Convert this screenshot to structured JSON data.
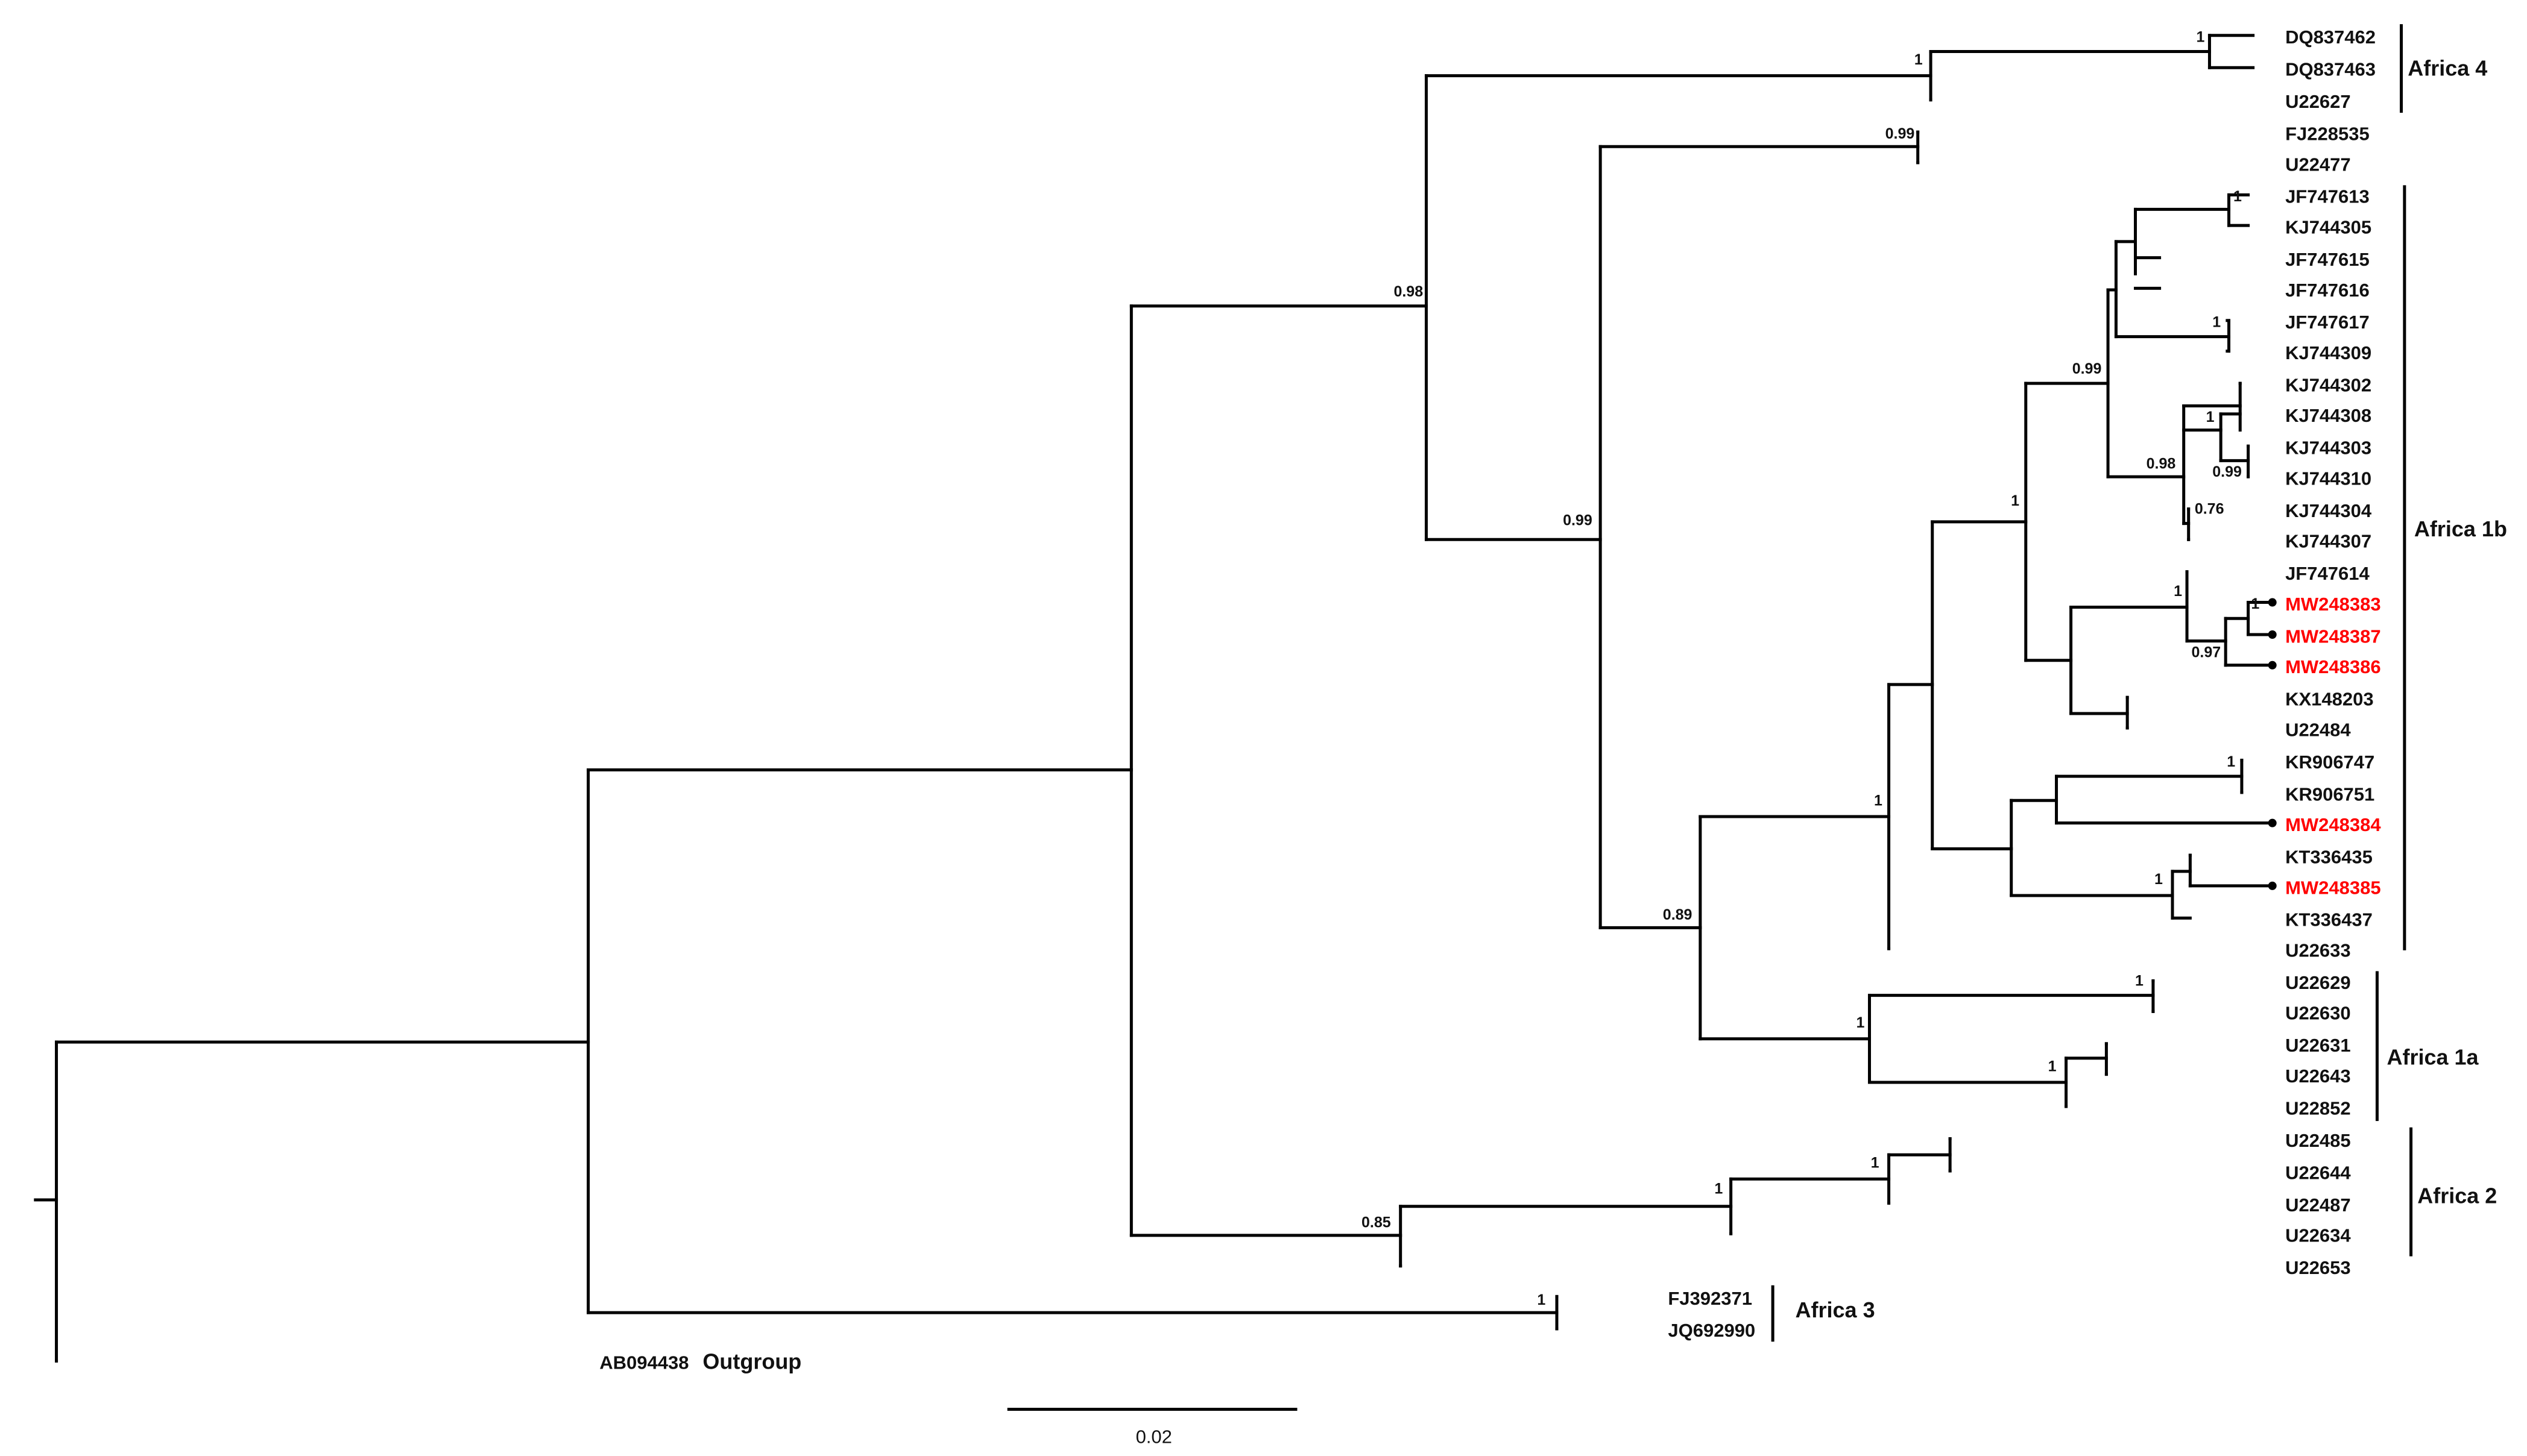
{
  "tree": {
    "leaves": [
      {
        "label": "DQ837462",
        "highlight": false
      },
      {
        "label": "DQ837463",
        "highlight": false
      },
      {
        "label": "U22627",
        "highlight": false
      },
      {
        "label": "FJ228535",
        "highlight": false
      },
      {
        "label": "U22477",
        "highlight": false
      },
      {
        "label": "JF747613",
        "highlight": false
      },
      {
        "label": "KJ744305",
        "highlight": false
      },
      {
        "label": "JF747615",
        "highlight": false
      },
      {
        "label": "JF747616",
        "highlight": false
      },
      {
        "label": "JF747617",
        "highlight": false
      },
      {
        "label": "KJ744309",
        "highlight": false
      },
      {
        "label": "KJ744302",
        "highlight": false
      },
      {
        "label": "KJ744308",
        "highlight": false
      },
      {
        "label": "KJ744303",
        "highlight": false
      },
      {
        "label": "KJ744310",
        "highlight": false
      },
      {
        "label": "KJ744304",
        "highlight": false
      },
      {
        "label": "KJ744307",
        "highlight": false
      },
      {
        "label": "JF747614",
        "highlight": false
      },
      {
        "label": "MW248383",
        "highlight": true
      },
      {
        "label": "MW248387",
        "highlight": true
      },
      {
        "label": "MW248386",
        "highlight": true
      },
      {
        "label": "KX148203",
        "highlight": false
      },
      {
        "label": "U22484",
        "highlight": false
      },
      {
        "label": "KR906747",
        "highlight": false
      },
      {
        "label": "KR906751",
        "highlight": false
      },
      {
        "label": "MW248384",
        "highlight": true
      },
      {
        "label": "KT336435",
        "highlight": false
      },
      {
        "label": "MW248385",
        "highlight": true
      },
      {
        "label": "KT336437",
        "highlight": false
      },
      {
        "label": "U22633",
        "highlight": false
      },
      {
        "label": "U22629",
        "highlight": false
      },
      {
        "label": "U22630",
        "highlight": false
      },
      {
        "label": "U22631",
        "highlight": false
      },
      {
        "label": "U22643",
        "highlight": false
      },
      {
        "label": "U22852",
        "highlight": false
      },
      {
        "label": "U22485",
        "highlight": false
      },
      {
        "label": "U22644",
        "highlight": false
      },
      {
        "label": "U22487",
        "highlight": false
      },
      {
        "label": "U22634",
        "highlight": false
      },
      {
        "label": "U22653",
        "highlight": false
      },
      {
        "label": "FJ392371",
        "highlight": false
      },
      {
        "label": "JQ692990",
        "highlight": false
      },
      {
        "label": "AB094438",
        "highlight": false
      }
    ],
    "supports": [
      {
        "node": "africa4-inner",
        "value": "1"
      },
      {
        "node": "africa4",
        "value": "1"
      },
      {
        "node": "fj-u22477",
        "value": "0.99"
      },
      {
        "node": "top-group",
        "value": "0.98"
      },
      {
        "node": "main-group",
        "value": "0.99"
      },
      {
        "node": "jf613-kj305",
        "value": "1"
      },
      {
        "node": "jf617-kj309",
        "value": "1"
      },
      {
        "node": "jf-kj-group",
        "value": "0.99"
      },
      {
        "node": "kj302-310",
        "value": "1"
      },
      {
        "node": "kj303-kj310",
        "value": "0.99"
      },
      {
        "node": "kj-group",
        "value": "0.98"
      },
      {
        "node": "kj304-kj307",
        "value": "0.76"
      },
      {
        "node": "africa1b-core",
        "value": "1"
      },
      {
        "node": "mw383-mw387",
        "value": "1"
      },
      {
        "node": "mw-trio",
        "value": "0.97"
      },
      {
        "node": "jf614-mw",
        "value": "1"
      },
      {
        "node": "kr747-kr751",
        "value": "1"
      },
      {
        "node": "kt-mw385",
        "value": "1"
      },
      {
        "node": "africa1b",
        "value": "1"
      },
      {
        "node": "africa1",
        "value": "0.89"
      },
      {
        "node": "u22629-u22630",
        "value": "1"
      },
      {
        "node": "u22631-u22852",
        "value": "1"
      },
      {
        "node": "africa1a",
        "value": "1"
      },
      {
        "node": "africa2-inner",
        "value": "1"
      },
      {
        "node": "africa2-mid",
        "value": "1"
      },
      {
        "node": "africa2",
        "value": "0.85"
      },
      {
        "node": "africa3",
        "value": "1"
      }
    ],
    "clades": [
      {
        "name": "Africa 4"
      },
      {
        "name": "Africa 1b"
      },
      {
        "name": "Africa 1a"
      },
      {
        "name": "Africa 2"
      },
      {
        "name": "Africa 3"
      }
    ],
    "outgroup_label": "Outgroup",
    "scale_label": "0.02"
  }
}
